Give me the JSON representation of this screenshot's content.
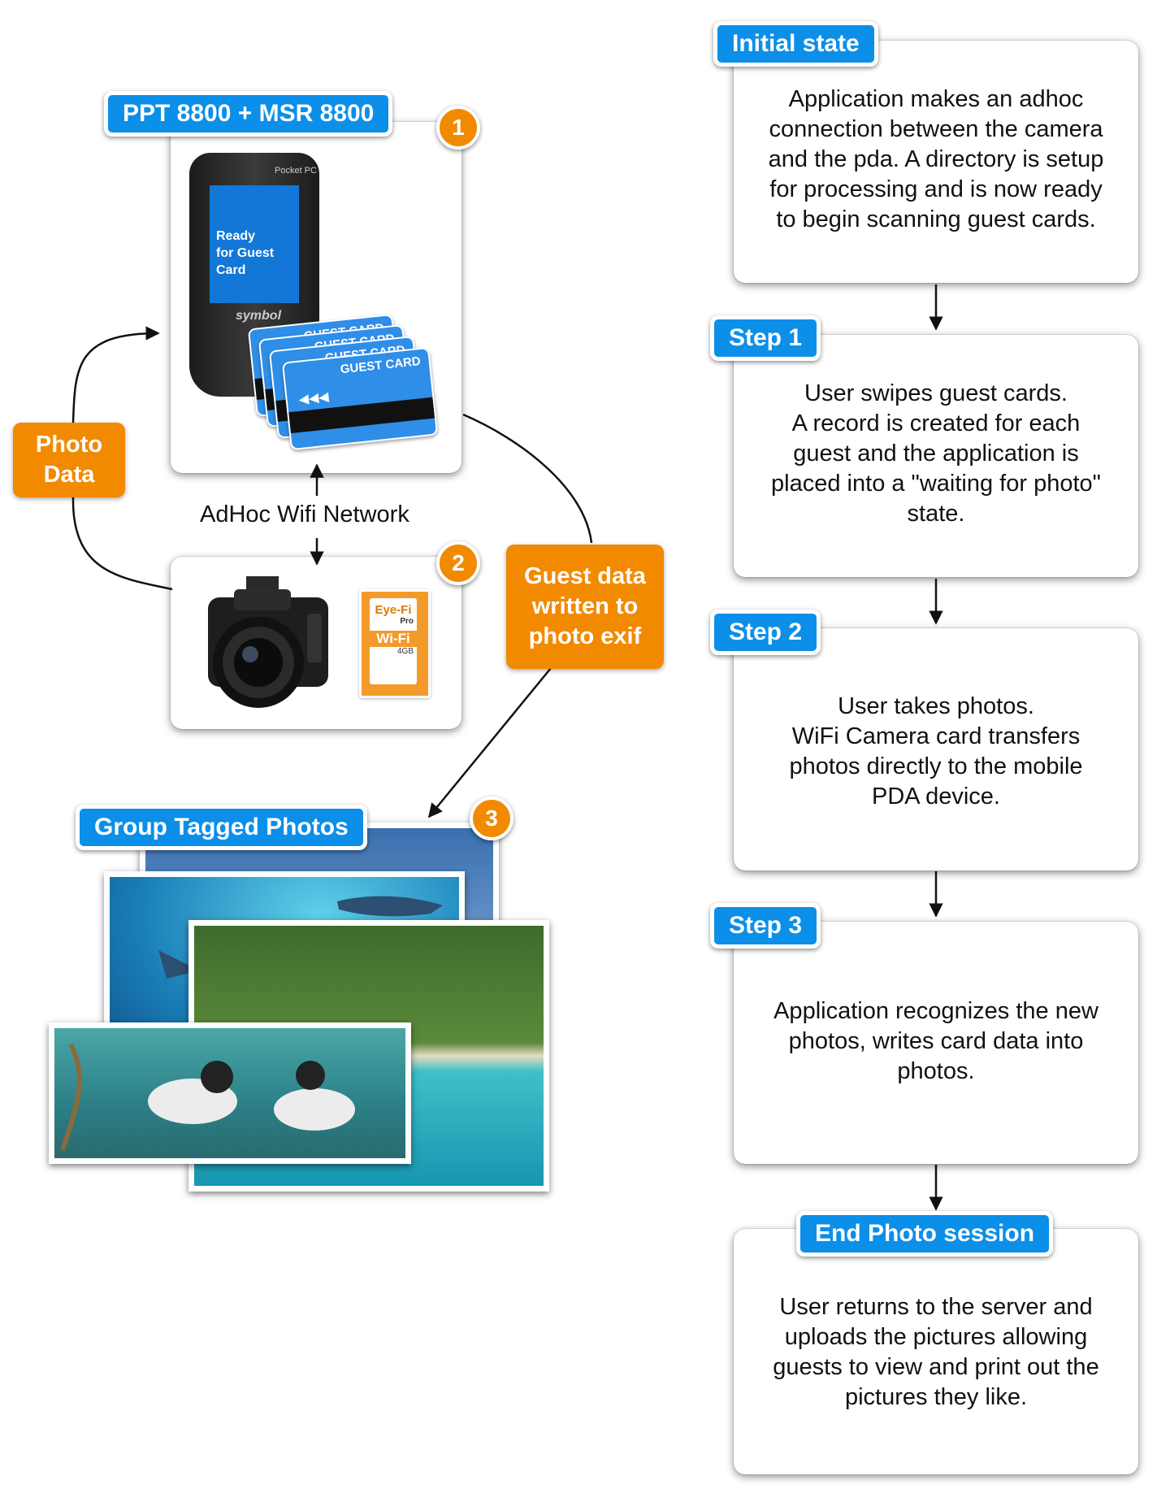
{
  "left": {
    "pda_tag": "PPT 8800 + MSR 8800",
    "badge1": "1",
    "badge2": "2",
    "badge3": "3",
    "pda_screen_lines": [
      "Ready",
      "for Guest",
      "Card"
    ],
    "pda_brand": "symbol",
    "pda_os": "Pocket PC",
    "guest_card_label": "GUEST CARD",
    "photo_data_lines": [
      "Photo",
      "Data"
    ],
    "network_label": "AdHoc Wifi Network",
    "guest_exif_lines": [
      "Guest data",
      "written to",
      "photo exif"
    ],
    "eyefi_brand": "Eye-Fi",
    "eyefi_pro": "Pro",
    "eyefi_wifi": "Wi-Fi",
    "eyefi_size": "4GB",
    "group_tag": "Group Tagged Photos"
  },
  "steps": [
    {
      "tag": "Initial state",
      "lines": [
        "Application makes an adhoc",
        "connection between the camera",
        "and the pda. A directory is setup",
        "for processing and is now ready",
        "to begin scanning guest cards."
      ]
    },
    {
      "tag": "Step 1",
      "lines": [
        "User swipes guest cards.",
        "A record is created for each",
        "guest and the application is",
        "placed into a \"waiting for photo\"",
        "state."
      ]
    },
    {
      "tag": "Step 2",
      "lines": [
        "User takes photos.",
        "WiFi Camera card transfers",
        "photos directly to the mobile",
        "PDA device."
      ]
    },
    {
      "tag": "Step 3",
      "lines": [
        "Application recognizes the new",
        "photos, writes card data into",
        "photos."
      ]
    },
    {
      "tag": "End Photo session",
      "lines": [
        "User returns to the server and",
        "uploads the pictures allowing",
        "guests to view and print out the",
        "pictures they like."
      ]
    }
  ],
  "colors": {
    "tag_blue": "#0b8fe8",
    "badge_orange": "#f28a00"
  }
}
